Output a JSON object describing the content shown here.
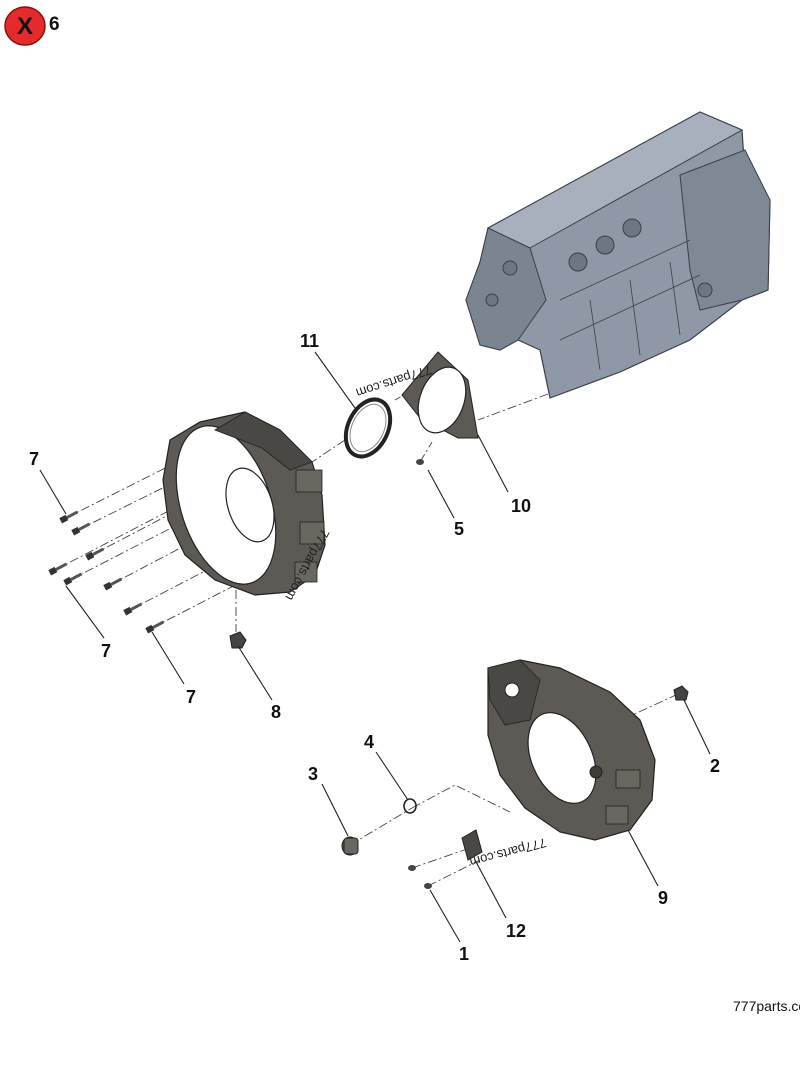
{
  "badge": {
    "icon": "close-x-icon",
    "symbol": "X",
    "count": "6",
    "color": "#e32b2b"
  },
  "diagram": {
    "callouts": [
      {
        "id": "c11",
        "text": "11"
      },
      {
        "id": "c7a",
        "text": "7"
      },
      {
        "id": "c7b",
        "text": "7"
      },
      {
        "id": "c7c",
        "text": "7"
      },
      {
        "id": "c5",
        "text": "5"
      },
      {
        "id": "c10",
        "text": "10"
      },
      {
        "id": "c8",
        "text": "8"
      },
      {
        "id": "c4",
        "text": "4"
      },
      {
        "id": "c3",
        "text": "3"
      },
      {
        "id": "c2",
        "text": "2"
      },
      {
        "id": "c9",
        "text": "9"
      },
      {
        "id": "c12",
        "text": "12"
      },
      {
        "id": "c1",
        "text": "1"
      }
    ],
    "watermarks": [
      "777parts.com",
      "777parts.com",
      "777parts.com"
    ],
    "footer_watermark": "777parts.co",
    "colors": {
      "engine_block": "#8e98a6",
      "housing": "#5d5a55",
      "line": "#222222"
    }
  }
}
